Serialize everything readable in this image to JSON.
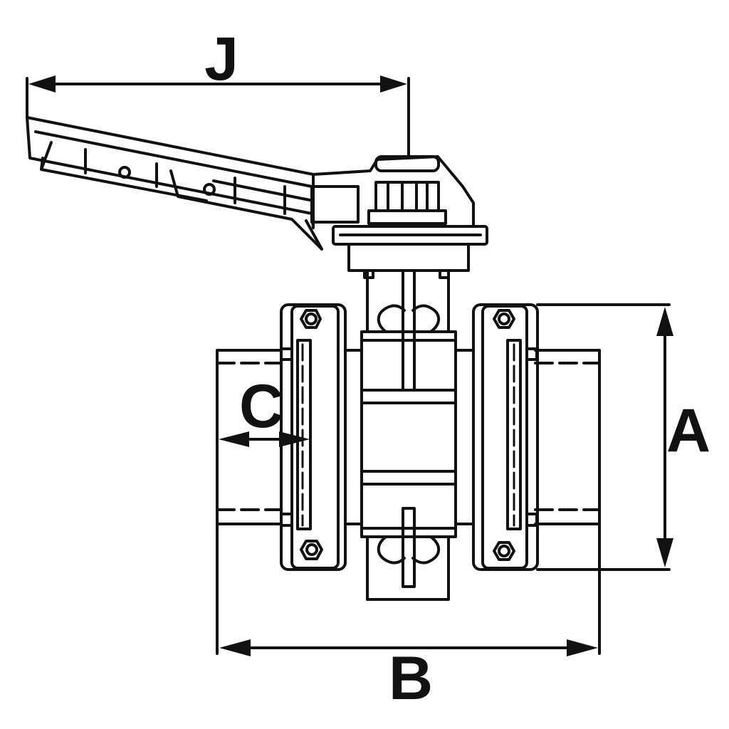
{
  "diagram": {
    "labels": {
      "j": "J",
      "a": "A",
      "b": "B",
      "c": "C"
    },
    "colors": {
      "line": "#111111",
      "background": "#ffffff"
    }
  }
}
